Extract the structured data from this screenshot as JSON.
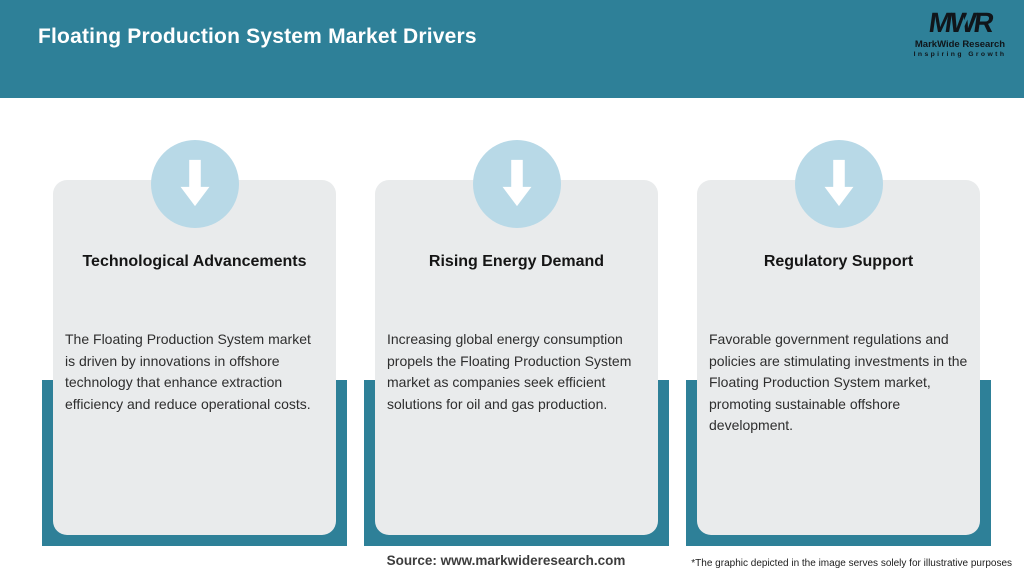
{
  "header": {
    "title": "Floating Production System Market Drivers",
    "logo": {
      "acronym": "MWR",
      "name": "MarkWide Research",
      "tagline": "Inspiring Growth"
    }
  },
  "cards": [
    {
      "icon": "down-arrow-icon",
      "title": "Technological Advancements",
      "description": "The Floating Production System market is driven by innovations in offshore technology that enhance extraction efficiency and reduce operational costs."
    },
    {
      "icon": "down-arrow-icon",
      "title": "Rising Energy Demand",
      "description": "Increasing global energy consumption propels the Floating Production System market as companies seek efficient solutions for oil and gas production."
    },
    {
      "icon": "down-arrow-icon",
      "title": "Regulatory Support",
      "description": "Favorable government regulations and policies are stimulating investments in the Floating Production System market, promoting sustainable offshore development."
    }
  ],
  "footer": {
    "source": "Source: www.markwideresearch.com",
    "disclaimer": "*The graphic depicted in the image serves solely for illustrative purposes"
  },
  "colors": {
    "teal": "#2e8098",
    "card_bg": "#e9ebec",
    "circle": "#b8d9e7",
    "arrow": "#ffffff"
  }
}
